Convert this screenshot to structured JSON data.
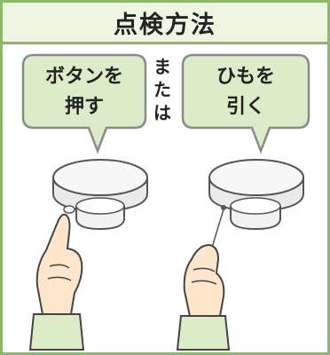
{
  "title": "点検方法",
  "left_method": {
    "line1": "ボタンを",
    "line2": "押す"
  },
  "connector": {
    "c1": "ま",
    "c2": "た",
    "c3": "は"
  },
  "right_method": {
    "line1": "ひもを",
    "line2": "引く"
  },
  "colors": {
    "frame": "#8cb86a",
    "panel": "#eef6e3",
    "bubble_fill": "#dcebc8",
    "bubble_stroke": "#8a8a8a",
    "skin": "#fde6cc",
    "sleeve": "#dcebc8",
    "detector": "#f2f2f2"
  },
  "icons": [
    "smoke-detector-icon",
    "pointing-hand-icon",
    "pulling-hand-icon"
  ]
}
